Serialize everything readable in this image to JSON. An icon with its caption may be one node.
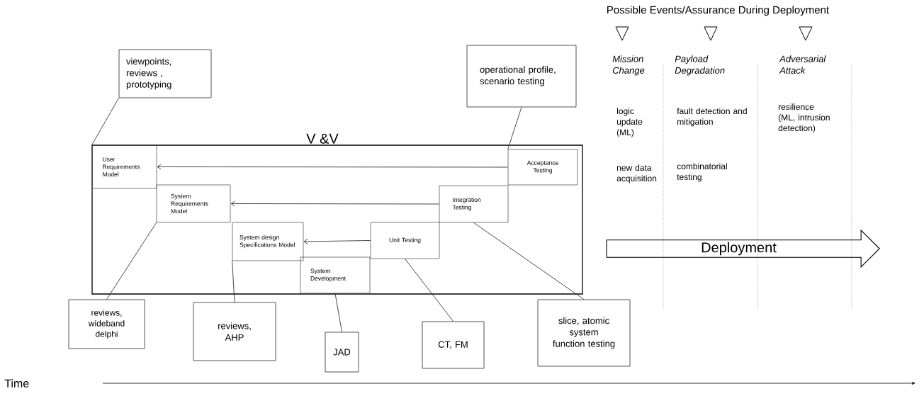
{
  "diagram": {
    "title": "Possible Events/Assurance During Deployment",
    "nodes": [
      {
        "text": [
          "V &V"
        ]
      },
      {
        "text": [
          "User Requirements Model"
        ],
        "in": 0
      },
      {
        "text": [
          "System Requirements Model"
        ],
        "in": 0
      },
      {
        "text": [
          "System design Specifications Model"
        ],
        "in": 0
      },
      {
        "text": [
          "System Development"
        ],
        "in": 0
      },
      {
        "text": [
          "Unit Testing"
        ],
        "in": 0
      },
      {
        "text": [
          "Integration Testing"
        ],
        "in": 0
      },
      {
        "text": [
          "Acceptance Testing"
        ],
        "in": 0
      },
      {
        "text": [
          "viewpoints, reviews , prototyping"
        ]
      },
      {
        "text": [
          "operational profile, scenario testing"
        ]
      },
      {
        "text": [
          "reviews, wideband delphi"
        ]
      },
      {
        "text": [
          "reviews, AHP"
        ]
      },
      {
        "text": [
          "JAD"
        ]
      },
      {
        "text": [
          "CT, FM"
        ]
      },
      {
        "text": [
          "slice, atomic system function testing"
        ]
      },
      {
        "text": [
          "Deployment"
        ]
      }
    ],
    "edges": [
      {
        "from": 7,
        "to": 1,
        "arrow": "to"
      },
      {
        "from": 6,
        "to": 2,
        "arrow": "to"
      },
      {
        "from": 5,
        "to": 3,
        "arrow": "to"
      },
      {
        "from": 8,
        "to": 1,
        "arrow": "none"
      },
      {
        "from": 9,
        "to": 7,
        "arrow": "none"
      },
      {
        "from": 10,
        "to": 2,
        "arrow": "none"
      },
      {
        "from": 11,
        "to": 3,
        "arrow": "none"
      },
      {
        "from": 12,
        "to": 4,
        "arrow": "none"
      },
      {
        "from": 13,
        "to": 5,
        "arrow": "none"
      },
      {
        "from": 14,
        "to": 6,
        "arrow": "none"
      }
    ],
    "labels": [
      "Mission Change",
      "Payload Degradation",
      "Adversarial Attack",
      "logic update (ML)",
      "new data acquisition",
      "fault detection and mitigation",
      "combinatorial testing",
      "resilience (ML, intrusion detection)",
      "Time"
    ]
  }
}
